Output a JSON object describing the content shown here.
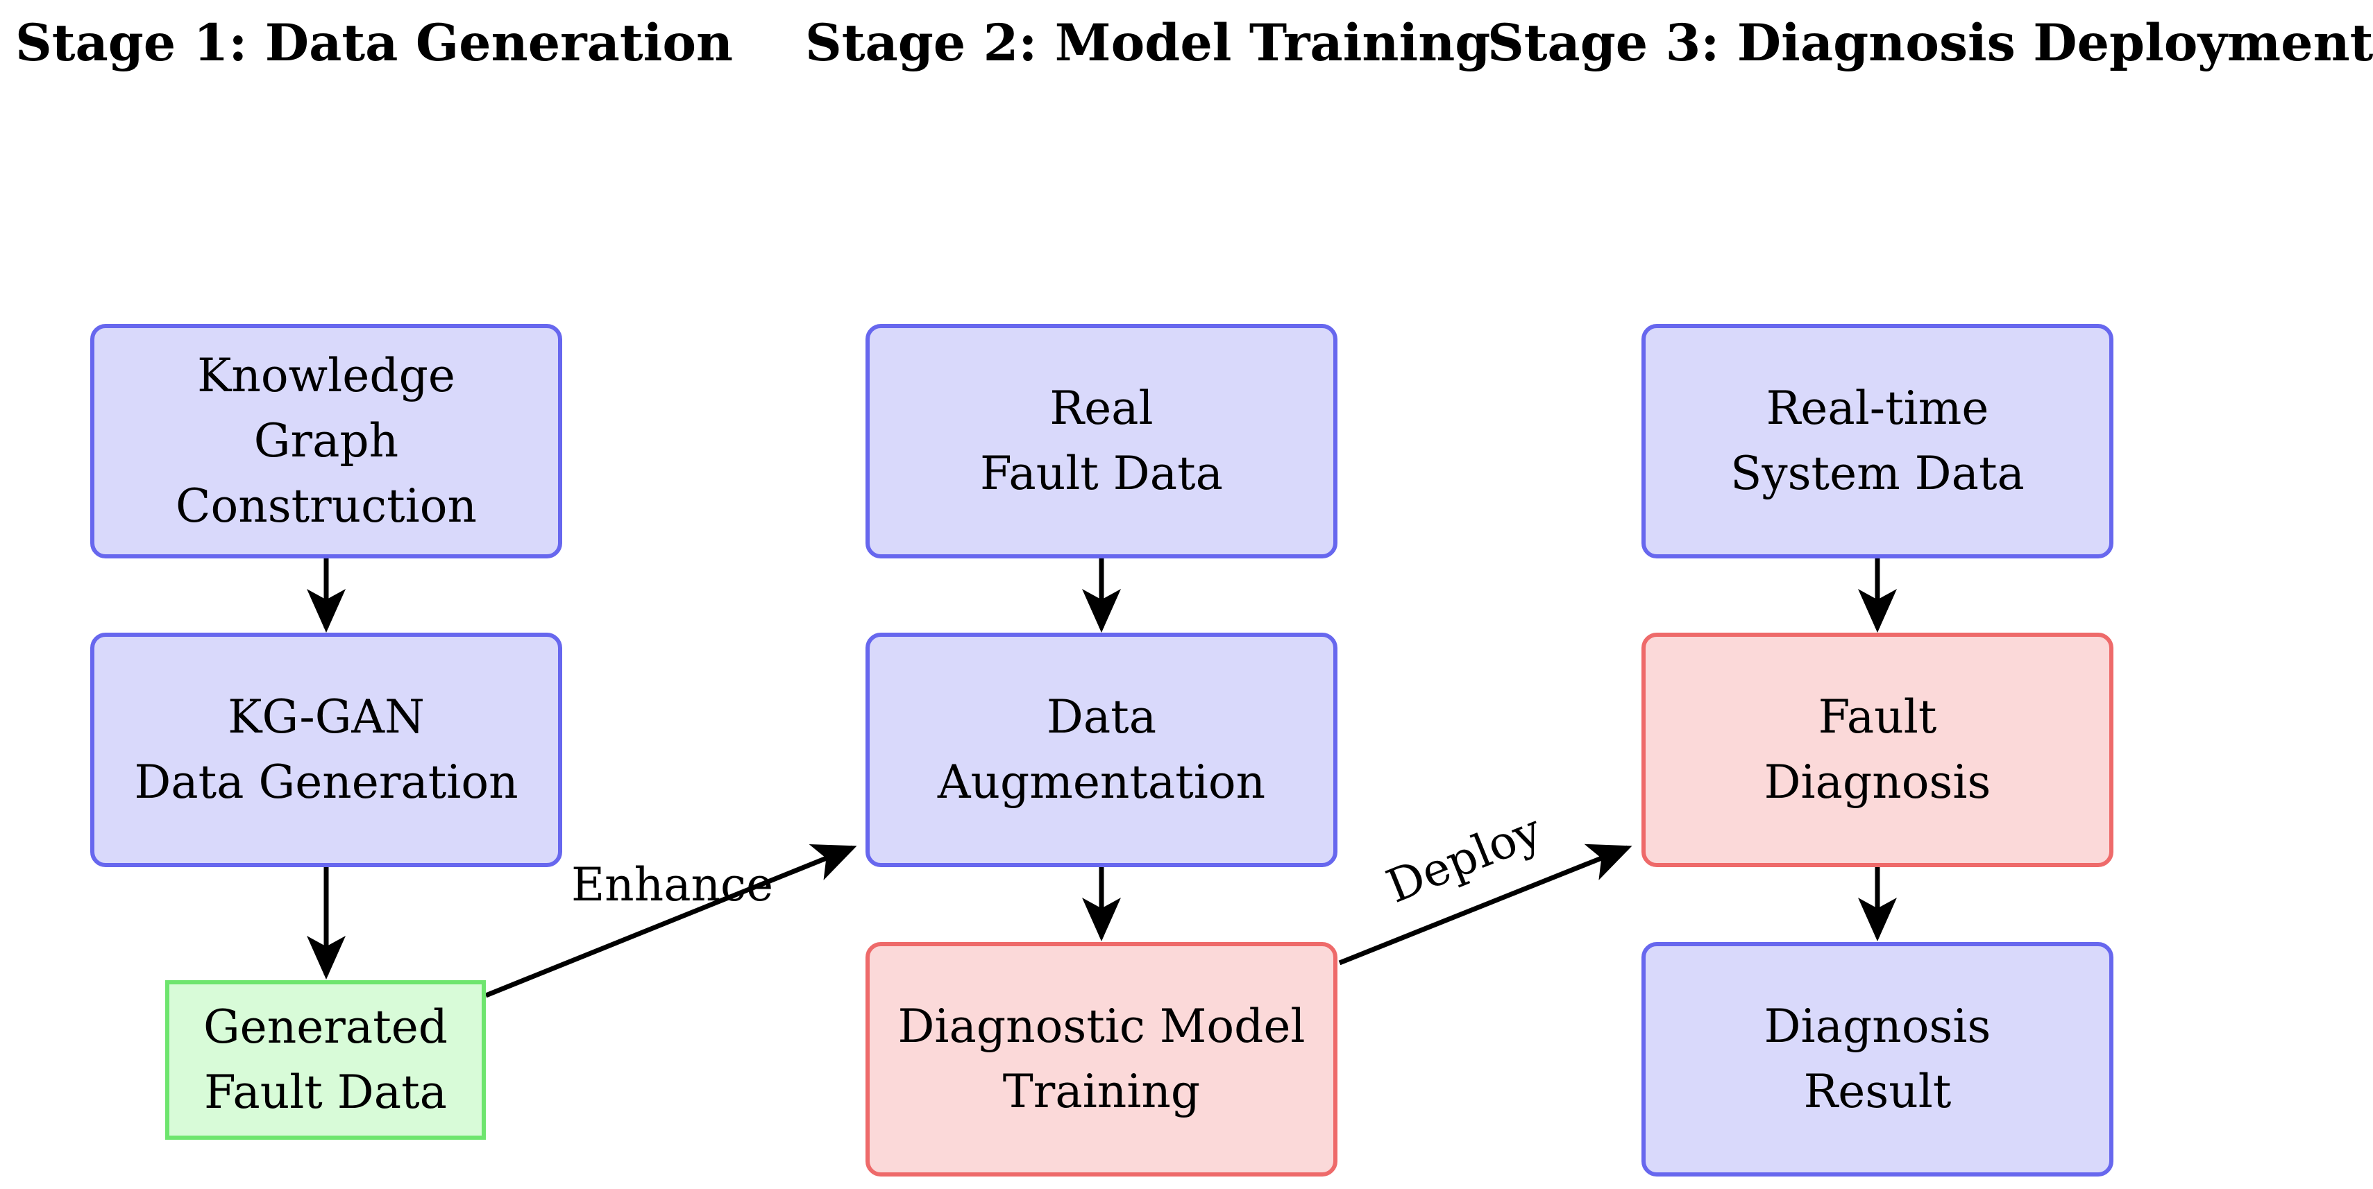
{
  "stages": [
    {
      "id": "stage1",
      "title": "Stage 1: Data Generation"
    },
    {
      "id": "stage2",
      "title": "Stage 2: Model Training"
    },
    {
      "id": "stage3",
      "title": "Stage 3: Diagnosis Deployment"
    }
  ],
  "nodes": {
    "kg_construction": {
      "lines": [
        "Knowledge",
        "Graph",
        "Construction"
      ],
      "style": "blue"
    },
    "kg_gan": {
      "lines": [
        "KG-GAN",
        "Data Generation"
      ],
      "style": "blue"
    },
    "generated_data": {
      "lines": [
        "Generated",
        "Fault Data"
      ],
      "style": "green"
    },
    "real_fault_data": {
      "lines": [
        "Real",
        "Fault Data"
      ],
      "style": "blue"
    },
    "data_augmentation": {
      "lines": [
        "Data",
        "Augmentation"
      ],
      "style": "blue"
    },
    "model_training": {
      "lines": [
        "Diagnostic Model",
        "Training"
      ],
      "style": "red"
    },
    "realtime_data": {
      "lines": [
        "Real-time",
        "System Data"
      ],
      "style": "blue"
    },
    "fault_diagnosis": {
      "lines": [
        "Fault",
        "Diagnosis"
      ],
      "style": "red"
    },
    "diagnosis_result": {
      "lines": [
        "Diagnosis",
        "Result"
      ],
      "style": "blue"
    }
  },
  "edges": [
    {
      "from": "kg_construction",
      "to": "kg_gan",
      "label": ""
    },
    {
      "from": "kg_gan",
      "to": "generated_data",
      "label": ""
    },
    {
      "from": "generated_data",
      "to": "data_augmentation",
      "label": "Enhance"
    },
    {
      "from": "real_fault_data",
      "to": "data_augmentation",
      "label": ""
    },
    {
      "from": "data_augmentation",
      "to": "model_training",
      "label": ""
    },
    {
      "from": "model_training",
      "to": "fault_diagnosis",
      "label": "Deploy"
    },
    {
      "from": "realtime_data",
      "to": "fault_diagnosis",
      "label": ""
    },
    {
      "from": "fault_diagnosis",
      "to": "diagnosis_result",
      "label": ""
    }
  ],
  "colors": {
    "blue_fill": "#d9d9fb",
    "blue_border": "#6767ee",
    "red_fill": "#fbd9d9",
    "red_border": "#ee6a6a",
    "green_fill": "#d8fbd8",
    "green_border": "#6ee56e",
    "arrow": "#000000"
  }
}
